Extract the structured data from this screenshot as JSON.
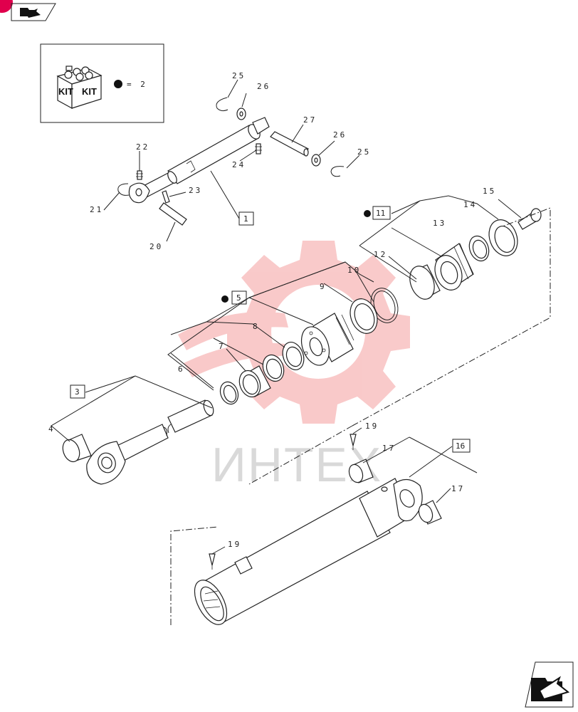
{
  "nav": {
    "back_icon": "back-arrow-icon",
    "next_icon": "next-arrow-icon",
    "badge_color": "#e0004d"
  },
  "kit_legend": {
    "kit_word": "KIT",
    "equation": "= 2"
  },
  "watermark": {
    "text": "ИНТЕХ",
    "gear_color": "#f7b8b8",
    "text_color": "#d9d9d9"
  },
  "callouts": {
    "boxed": [
      "1",
      "3",
      "5",
      "11",
      "16"
    ],
    "numbers": [
      "4",
      "6",
      "7",
      "8",
      "9",
      "10",
      "12",
      "13",
      "14",
      "15",
      "17",
      "17",
      "19",
      "19",
      "20",
      "21",
      "22",
      "23",
      "24",
      "25",
      "25",
      "26",
      "26",
      "27"
    ]
  }
}
